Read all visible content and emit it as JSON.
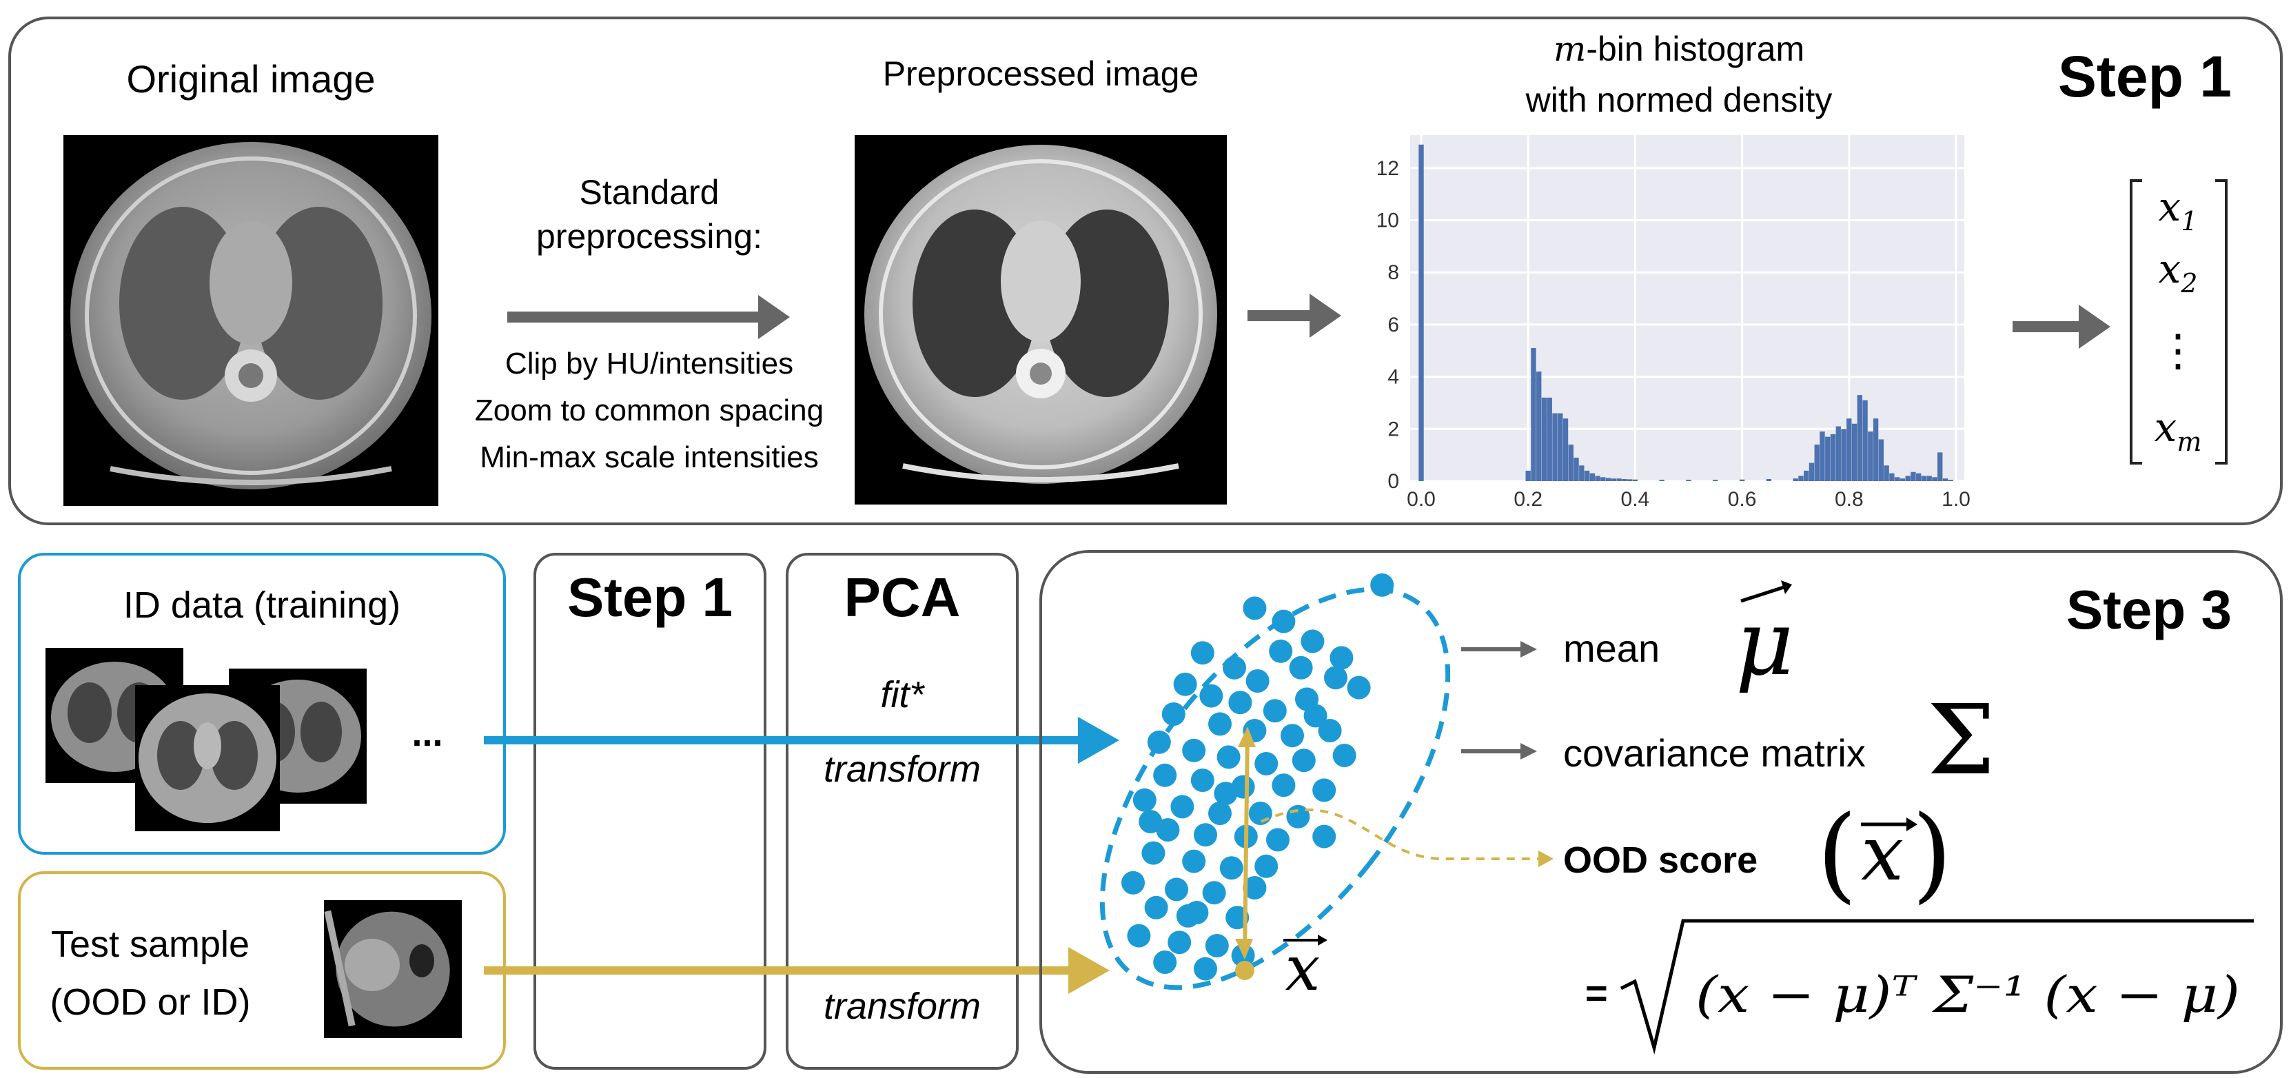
{
  "step1_panel": {
    "step_label": "Step 1",
    "original_title": "Original image",
    "preprocessing_title_line1": "Standard",
    "preprocessing_title_line2": "preprocessing:",
    "preprocessing_steps": [
      "Clip by HU/intensities",
      "Zoom to common spacing",
      "Min-max scale intensities"
    ],
    "preprocessed_title": "Preprocessed image",
    "histogram_title_var": "m",
    "histogram_title_rest": "-bin histogram",
    "histogram_title_line2": "with normed density",
    "vector_entries": [
      "x1",
      "x2",
      "⋮",
      "xm"
    ]
  },
  "bottom_row": {
    "id_data_title": "ID data (training)",
    "ellipsis": "...",
    "test_sample_line1": "Test sample",
    "test_sample_line2": "(OOD or ID)",
    "step1_box_label": "Step 1",
    "pca_label": "PCA",
    "pca_fit": "fit*",
    "pca_transform_top": "transform",
    "pca_transform_bottom": "transform"
  },
  "step3_panel": {
    "step_label": "Step 3",
    "mean_label": "mean",
    "mean_symbol": "μ",
    "cov_label": "covariance matrix",
    "cov_symbol": "Σ",
    "ood_label": "OOD score",
    "ood_symbol": "x",
    "test_point_symbol": "x",
    "equals": "=",
    "formula_body": "(x − μ)ᵀ Σ⁻¹ (x − μ)"
  },
  "colors": {
    "id_blue": "#1c9ad6",
    "test_gold": "#d4b44a",
    "hist_bar": "#4c72b0",
    "hist_bg": "#eaeaf2",
    "arrow_gray": "#666666"
  },
  "chart_data": {
    "type": "bar",
    "title": "m-bin histogram with normed density",
    "xlim": [
      0.0,
      1.0
    ],
    "ylim": [
      0,
      13
    ],
    "xticks": [
      "0.0",
      "0.2",
      "0.4",
      "0.6",
      "0.8",
      "1.0"
    ],
    "yticks": [
      "0",
      "2",
      "4",
      "6",
      "8",
      "10",
      "12"
    ],
    "x": [
      0.0,
      0.2,
      0.21,
      0.22,
      0.23,
      0.24,
      0.25,
      0.26,
      0.27,
      0.28,
      0.29,
      0.3,
      0.31,
      0.32,
      0.33,
      0.34,
      0.35,
      0.36,
      0.37,
      0.38,
      0.39,
      0.4,
      0.45,
      0.5,
      0.55,
      0.6,
      0.65,
      0.7,
      0.71,
      0.72,
      0.73,
      0.74,
      0.75,
      0.76,
      0.77,
      0.78,
      0.79,
      0.8,
      0.81,
      0.82,
      0.83,
      0.84,
      0.85,
      0.86,
      0.87,
      0.88,
      0.89,
      0.9,
      0.91,
      0.92,
      0.93,
      0.94,
      0.95,
      0.96,
      0.97,
      0.98,
      0.99
    ],
    "values": [
      12.9,
      0.4,
      5.1,
      4.2,
      3.2,
      3.2,
      2.6,
      2.6,
      2.4,
      1.4,
      0.9,
      0.6,
      0.4,
      0.3,
      0.2,
      0.15,
      0.12,
      0.1,
      0.1,
      0.08,
      0.07,
      0.06,
      0.05,
      0.05,
      0.05,
      0.06,
      0.08,
      0.1,
      0.2,
      0.4,
      0.7,
      1.4,
      1.9,
      1.7,
      1.8,
      2.1,
      2.0,
      2.4,
      2.2,
      3.3,
      3.1,
      1.9,
      2.4,
      1.6,
      0.6,
      0.3,
      0.15,
      0.1,
      0.2,
      0.35,
      0.3,
      0.2,
      0.2,
      0.15,
      1.1,
      0.1,
      0.05
    ]
  },
  "scatter_points": [
    [
      0.62,
      0.26
    ],
    [
      0.72,
      0.34
    ],
    [
      0.82,
      0.46
    ],
    [
      0.92,
      0.56
    ],
    [
      0.71,
      0.52
    ],
    [
      0.55,
      0.62
    ],
    [
      0.63,
      0.7
    ],
    [
      0.78,
      0.62
    ],
    [
      0.9,
      0.68
    ],
    [
      0.44,
      0.53
    ],
    [
      0.38,
      0.72
    ],
    [
      0.47,
      0.79
    ],
    [
      0.57,
      0.83
    ],
    [
      0.69,
      0.88
    ],
    [
      0.8,
      0.81
    ],
    [
      0.98,
      0.74
    ],
    [
      0.34,
      0.9
    ],
    [
      0.5,
      0.96
    ],
    [
      0.62,
      1.0
    ],
    [
      0.75,
      1.03
    ],
    [
      0.88,
      1.0
    ],
    [
      0.29,
      1.07
    ],
    [
      0.41,
      1.12
    ],
    [
      0.53,
      1.16
    ],
    [
      0.66,
      1.2
    ],
    [
      0.79,
      1.18
    ],
    [
      0.93,
      1.15
    ],
    [
      0.31,
      1.27
    ],
    [
      0.44,
      1.3
    ],
    [
      0.58,
      1.34
    ],
    [
      0.72,
      1.33
    ],
    [
      0.86,
      1.36
    ],
    [
      0.24,
      1.42
    ],
    [
      0.37,
      1.46
    ],
    [
      0.5,
      1.5
    ],
    [
      0.64,
      1.5
    ],
    [
      0.77,
      1.52
    ],
    [
      0.32,
      1.6
    ],
    [
      0.45,
      1.63
    ],
    [
      0.59,
      1.64
    ],
    [
      0.7,
      1.66
    ],
    [
      0.27,
      1.74
    ],
    [
      0.41,
      1.79
    ],
    [
      0.54,
      1.83
    ],
    [
      0.66,
      1.82
    ],
    [
      0.2,
      1.92
    ],
    [
      0.35,
      1.96
    ],
    [
      0.48,
      1.98
    ],
    [
      0.62,
      1.95
    ],
    [
      0.28,
      2.07
    ],
    [
      0.42,
      2.1
    ],
    [
      0.56,
      2.13
    ],
    [
      0.22,
      2.24
    ],
    [
      0.36,
      2.28
    ],
    [
      0.49,
      2.3
    ],
    [
      0.31,
      2.4
    ],
    [
      0.45,
      2.44
    ],
    [
      0.58,
      2.36
    ],
    [
      0.39,
      2.12
    ],
    [
      0.86,
      1.64
    ],
    [
      0.26,
      1.55
    ],
    [
      0.83,
      0.91
    ],
    [
      1.06,
      0.12
    ],
    [
      0.52,
      1.38
    ]
  ]
}
